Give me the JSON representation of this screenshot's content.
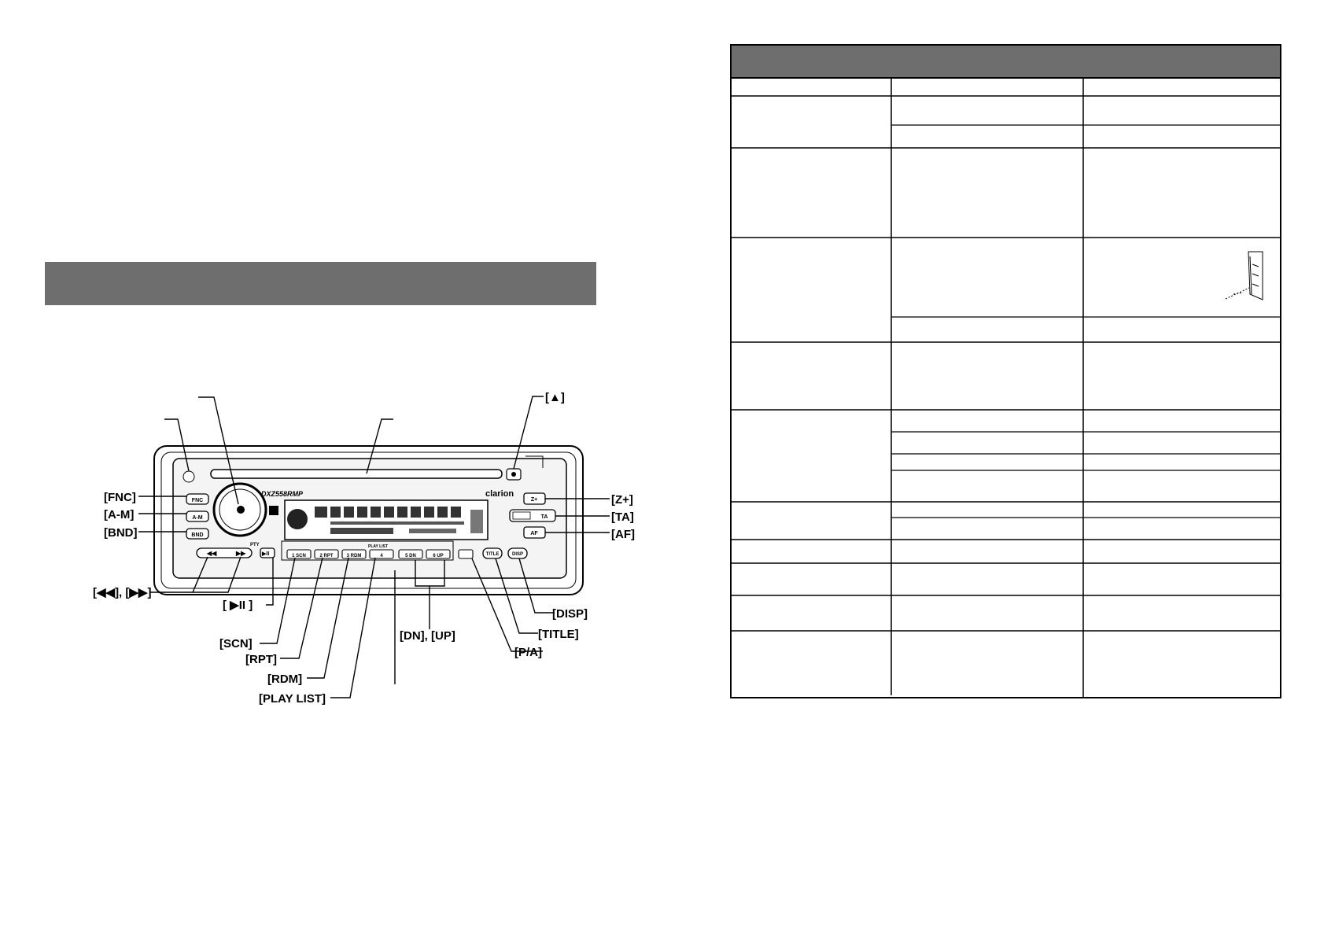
{
  "callouts": {
    "fnc": "[FNC]",
    "am": "[A-M]",
    "bnd": "[BND]",
    "skip": "[◀◀], [▶▶]",
    "play_pause": "[ ▶II ]",
    "scn": "[SCN]",
    "rpt": "[RPT]",
    "rdm": "[RDM]",
    "playlist": "[PLAY LIST]",
    "dnup": "[DN], [UP]",
    "pa": "[P/A]",
    "title": "[TITLE]",
    "disp": "[DISP]",
    "eject": "[▲]",
    "zplus": "[Z+]",
    "ta": "[TA]",
    "af": "[AF]"
  },
  "unit": {
    "brand": "clarion",
    "model": "DXZ558RMP",
    "btn_fnc": "FNC",
    "btn_am": "A-M",
    "btn_bnd": "BND",
    "btn_ta": "TA",
    "btn_af": "AF",
    "btn_zplus": "Z+",
    "btn_title": "TITLE",
    "btn_disp": "DISP",
    "btn_1": "1 SCN",
    "btn_2": "2 RPT",
    "btn_3": "3 RDM",
    "btn_4": "4",
    "btn_5": "5 DN",
    "btn_6": "6 UP",
    "label_pty": "PTY",
    "label_playlist": "PLAY LIST"
  }
}
